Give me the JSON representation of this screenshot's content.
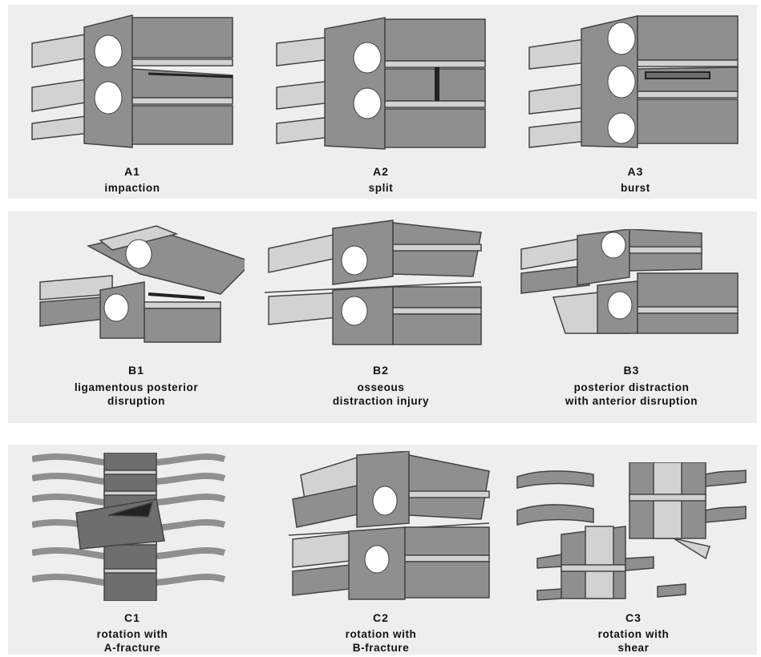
{
  "rows": [
    {
      "items": [
        {
          "code": "A1",
          "lines": [
            "impaction"
          ],
          "icon": "vertebra-impaction-icon"
        },
        {
          "code": "A2",
          "lines": [
            "split"
          ],
          "icon": "vertebra-split-icon"
        },
        {
          "code": "A3",
          "lines": [
            "burst"
          ],
          "icon": "vertebra-burst-icon"
        }
      ]
    },
    {
      "items": [
        {
          "code": "B1",
          "lines": [
            "ligamentous posterior",
            "disruption"
          ],
          "icon": "vertebra-ligament-disruption-icon"
        },
        {
          "code": "B2",
          "lines": [
            "osseous",
            "distraction injury"
          ],
          "icon": "vertebra-osseous-distraction-icon"
        },
        {
          "code": "B3",
          "lines": [
            "posterior distraction",
            "with anterior disruption"
          ],
          "icon": "vertebra-anterior-disruption-icon"
        }
      ]
    },
    {
      "items": [
        {
          "code": "C1",
          "lines": [
            "rotation with",
            "A-fracture"
          ],
          "icon": "vertebra-rotation-a-icon"
        },
        {
          "code": "C2",
          "lines": [
            "rotation with",
            "B-fracture"
          ],
          "icon": "vertebra-rotation-b-icon"
        },
        {
          "code": "C3",
          "lines": [
            "rotation with",
            "shear"
          ],
          "icon": "vertebra-rotation-shear-icon"
        }
      ]
    }
  ],
  "colors": {
    "panel": "#eeeeee",
    "bone": "#8f8f8f",
    "bone_dark": "#6e6e6e",
    "disc": "#d2d2d2",
    "outline": "#444444",
    "hole": "#ffffff"
  }
}
